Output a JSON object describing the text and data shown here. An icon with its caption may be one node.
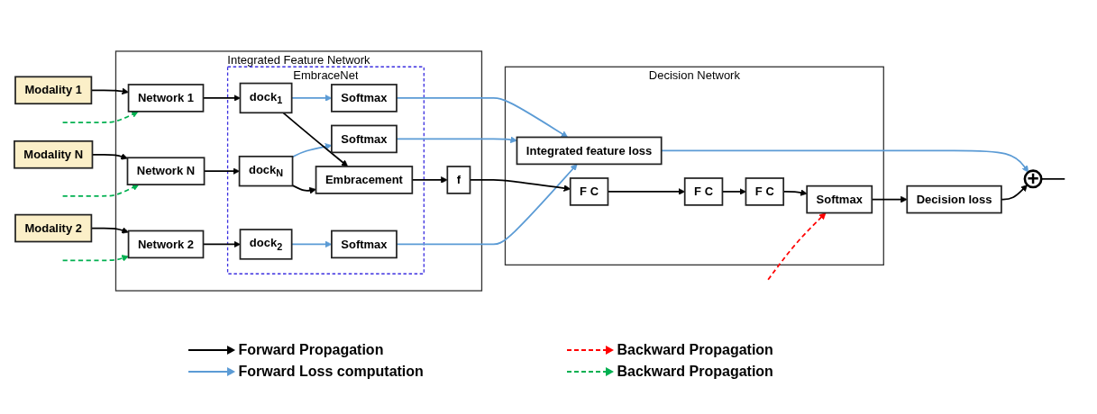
{
  "diagram": {
    "nodes": [
      {
        "text": [
          "Integrated Feature Network"
        ]
      },
      {
        "text": [
          "Decision Network"
        ]
      },
      {
        "text": [
          "EmbraceNet"
        ],
        "in": 0
      },
      {
        "text": [
          "Modality 1"
        ]
      },
      {
        "text": [
          "Modality 2"
        ]
      },
      {
        "text": [
          "Modality N"
        ]
      },
      {
        "text": [
          "Network 1"
        ],
        "in": 0
      },
      {
        "text": [
          "Network 2"
        ],
        "in": 0
      },
      {
        "text": [
          "Network N"
        ],
        "in": 0
      },
      {
        "text": [
          "dock$_{1}$"
        ],
        "in": 2
      },
      {
        "text": [
          "dock$_{2}$"
        ],
        "in": 2
      },
      {
        "text": [
          "dock$_{N}$"
        ],
        "in": 2
      },
      {
        "text": [
          "Softmax"
        ],
        "in": 2
      },
      {
        "text": [
          "Softmax"
        ],
        "in": 2
      },
      {
        "text": [
          "Softmax"
        ],
        "in": 2
      },
      {
        "text": [
          "Embracement"
        ],
        "in": 2
      },
      {
        "text": [
          "f"
        ],
        "in": 0
      },
      {
        "text": [
          "Integrated feature loss"
        ],
        "in": 1
      },
      {
        "text": [
          "F C"
        ],
        "in": 1
      },
      {
        "text": [
          "F C"
        ],
        "in": 1
      },
      {
        "text": [
          "F C"
        ],
        "in": 1
      },
      {
        "text": [
          "Softmax"
        ],
        "in": 1
      },
      {
        "text": [
          "Decision loss"
        ]
      },
      {
        "text": [
          "+"
        ]
      }
    ],
    "edges": [
      {
        "from": 3,
        "to": 6,
        "arrow": "to"
      },
      {
        "from": 4,
        "to": 7,
        "arrow": "to"
      },
      {
        "from": 5,
        "to": 8,
        "arrow": "to"
      },
      {
        "from": 6,
        "to": 9,
        "arrow": "to"
      },
      {
        "from": 7,
        "to": 10,
        "arrow": "to"
      },
      {
        "from": 8,
        "to": 11,
        "arrow": "to"
      },
      {
        "from": 9,
        "to": 12,
        "arrow": "to",
        "color": "#5b9bd5"
      },
      {
        "from": 10,
        "to": 13,
        "arrow": "to",
        "color": "#5b9bd5"
      },
      {
        "from": 11,
        "to": 14,
        "arrow": "to",
        "color": "#5b9bd5"
      },
      {
        "from": 9,
        "to": 15,
        "arrow": "to"
      },
      {
        "from": 11,
        "to": 15,
        "arrow": "to"
      },
      {
        "from": 12,
        "to": 17,
        "arrow": "to",
        "color": "#5b9bd5"
      },
      {
        "from": 13,
        "to": 17,
        "arrow": "to",
        "color": "#5b9bd5"
      },
      {
        "from": 14,
        "to": 17,
        "arrow": "to",
        "color": "#5b9bd5"
      },
      {
        "from": 15,
        "to": 16,
        "arrow": "to"
      },
      {
        "from": 16,
        "to": 18,
        "arrow": "to"
      },
      {
        "from": 18,
        "to": 19,
        "arrow": "to"
      },
      {
        "from": 19,
        "to": 20,
        "arrow": "to"
      },
      {
        "from": 20,
        "to": 21,
        "arrow": "to"
      },
      {
        "from": 21,
        "to": 22,
        "arrow": "to"
      },
      {
        "from": 22,
        "to": 23,
        "arrow": "to"
      },
      {
        "from": 17,
        "to": 23,
        "arrow": "to",
        "color": "#5b9bd5"
      },
      {
        "from": 23,
        "to": null,
        "arrow": "none"
      },
      {
        "from": null,
        "to": 21,
        "arrow": "to",
        "style": "dashed",
        "color": "#ff0000"
      },
      {
        "from": null,
        "to": 6,
        "arrow": "to",
        "style": "dashed",
        "color": "#00b050"
      },
      {
        "from": null,
        "to": 7,
        "arrow": "to",
        "style": "dashed",
        "color": "#00b050"
      },
      {
        "from": null,
        "to": 8,
        "arrow": "to",
        "style": "dashed",
        "color": "#00b050"
      }
    ],
    "legend": [
      {
        "text": "Forward Propagation"
      },
      {
        "text": "Backward Propagation"
      },
      {
        "text": "Forward Loss computation"
      },
      {
        "text": "Backward Propagation"
      }
    ]
  }
}
